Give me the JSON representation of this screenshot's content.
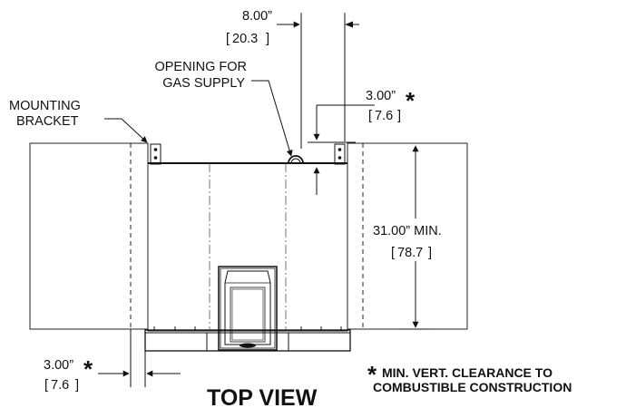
{
  "labels": {
    "dim_top_in": "8.00”",
    "dim_top_cm": "20.3",
    "opening_line1": "OPENING FOR",
    "opening_line2": "GAS SUPPLY",
    "mounting_line1": "MOUNTING",
    "mounting_line2": "BRACKET",
    "dim_right_top_in": "3.00”",
    "dim_right_top_cm": "7.6",
    "dim_height_in": "31.00” MIN.",
    "dim_height_cm": "78.7",
    "dim_left_bottom_in": "3.00”",
    "dim_left_bottom_cm": "7.6",
    "note_star": "*",
    "note_line1": "MIN. VERT. CLEARANCE TO",
    "note_line2": "COMBUSTIBLE CONSTRUCTION",
    "view_title": "TOP VIEW"
  }
}
